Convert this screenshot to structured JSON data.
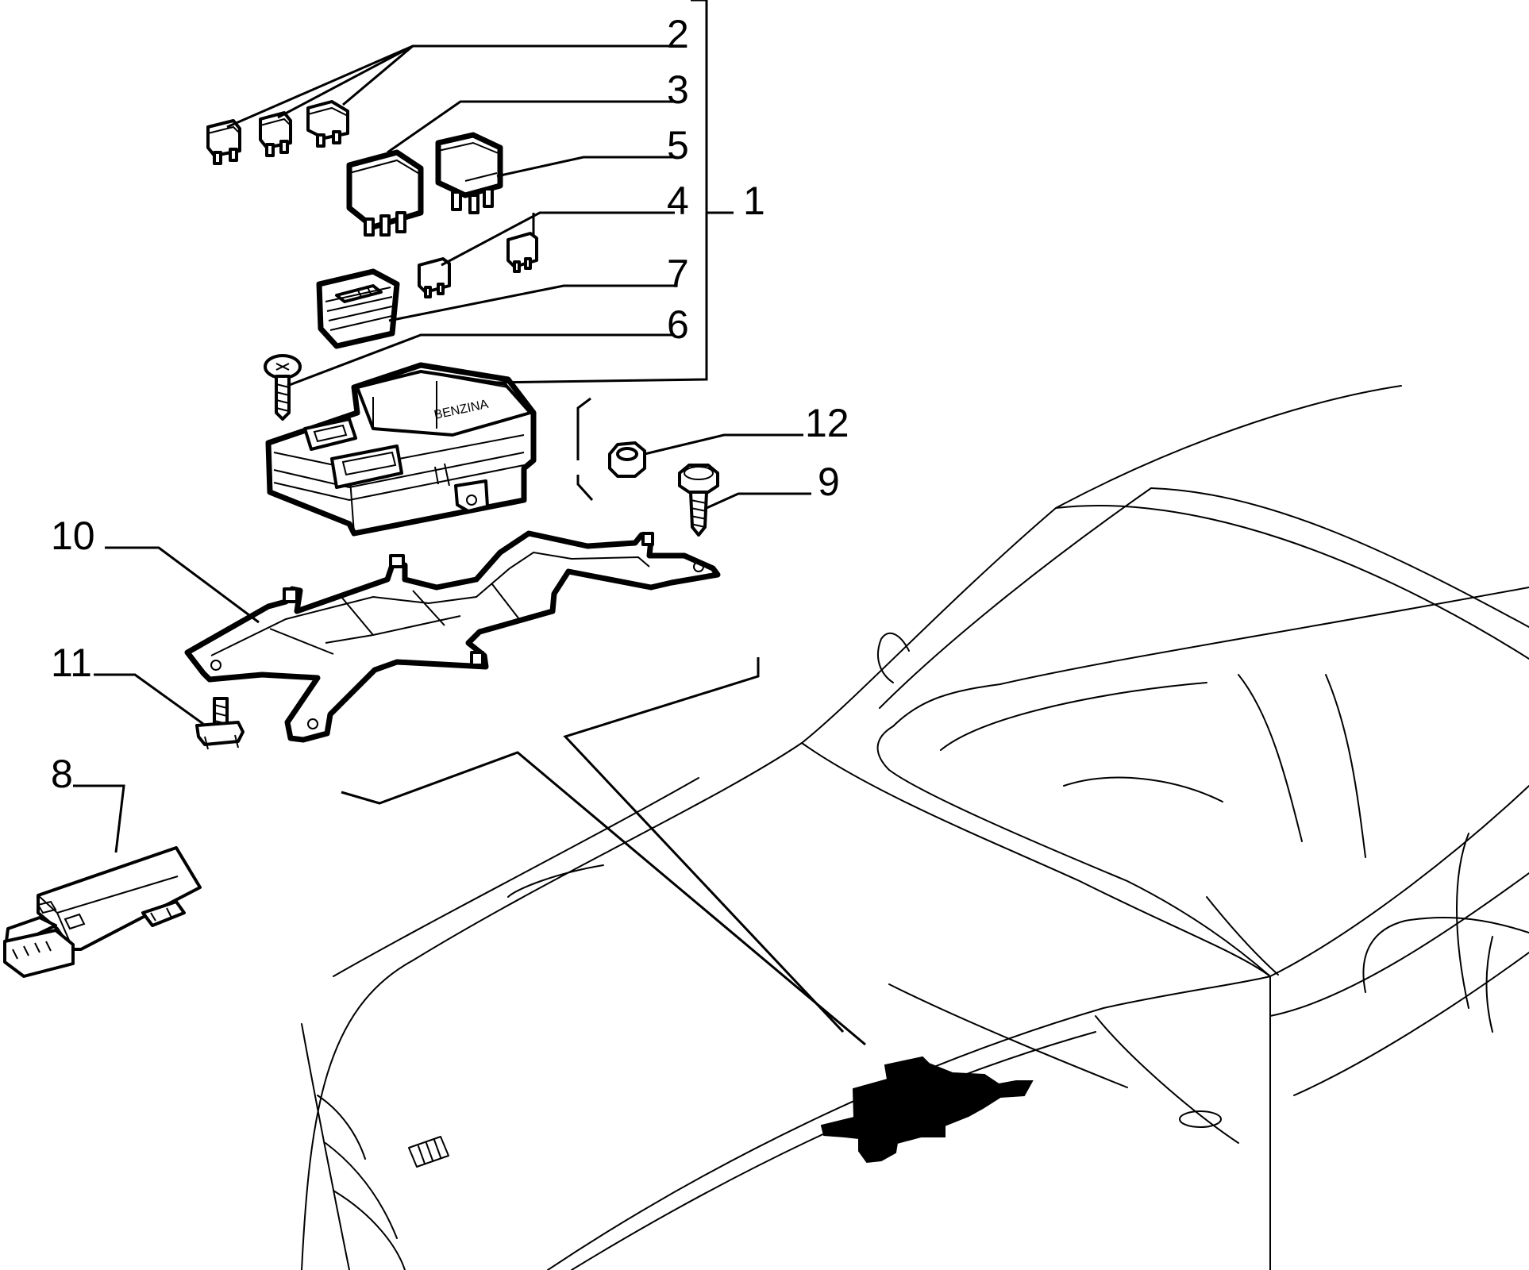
{
  "callouts": [
    {
      "id": "2",
      "text": "2"
    },
    {
      "id": "3",
      "text": "3"
    },
    {
      "id": "5",
      "text": "5"
    },
    {
      "id": "4",
      "text": "4"
    },
    {
      "id": "1",
      "text": "1"
    },
    {
      "id": "7",
      "text": "7"
    },
    {
      "id": "6",
      "text": "6"
    },
    {
      "id": "12",
      "text": "12"
    },
    {
      "id": "9",
      "text": "9"
    },
    {
      "id": "10",
      "text": "10"
    },
    {
      "id": "11",
      "text": "11"
    },
    {
      "id": "8",
      "text": "8"
    }
  ],
  "fuse_box": {
    "stencil": "BENZINA"
  },
  "icons": [
    "relay-icon",
    "fuse-icon",
    "screw-icon",
    "nut-icon",
    "bolt-icon",
    "bracket-icon",
    "control-unit-icon",
    "car-silhouette-icon",
    "location-marker-icon"
  ],
  "colors": {
    "ink": "#000000",
    "paper": "#ffffff"
  }
}
